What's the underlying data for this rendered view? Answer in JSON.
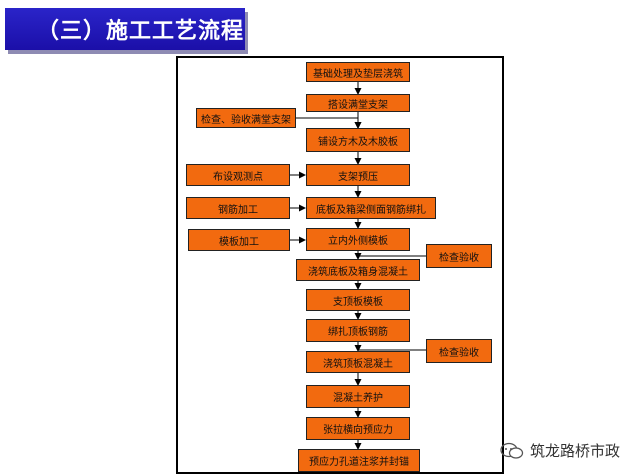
{
  "title": "（三）施工工艺流程",
  "main_flow": [
    "基础处理及垫层浇筑",
    "搭设满堂支架",
    "铺设方木及木胶板",
    "支架预压",
    "底板及箱梁侧面钢筋绑扎",
    "立内外侧模板",
    "浇筑底板及箱身混凝土",
    "支顶板模板",
    "绑扎顶板钢筋",
    "浇筑顶板混凝土",
    "混凝土养护",
    "张拉横向预应力",
    "预应力孔道注浆并封锚"
  ],
  "side_left": {
    "inspect_support": "检查、验收满堂支架",
    "survey_points": "布设观测点",
    "rebar_processing": "钢筋加工",
    "formwork_processing": "模板加工"
  },
  "side_right": {
    "inspect_1": "检查验收",
    "inspect_2": "检查验收"
  },
  "watermark": "筑龙路桥市政"
}
